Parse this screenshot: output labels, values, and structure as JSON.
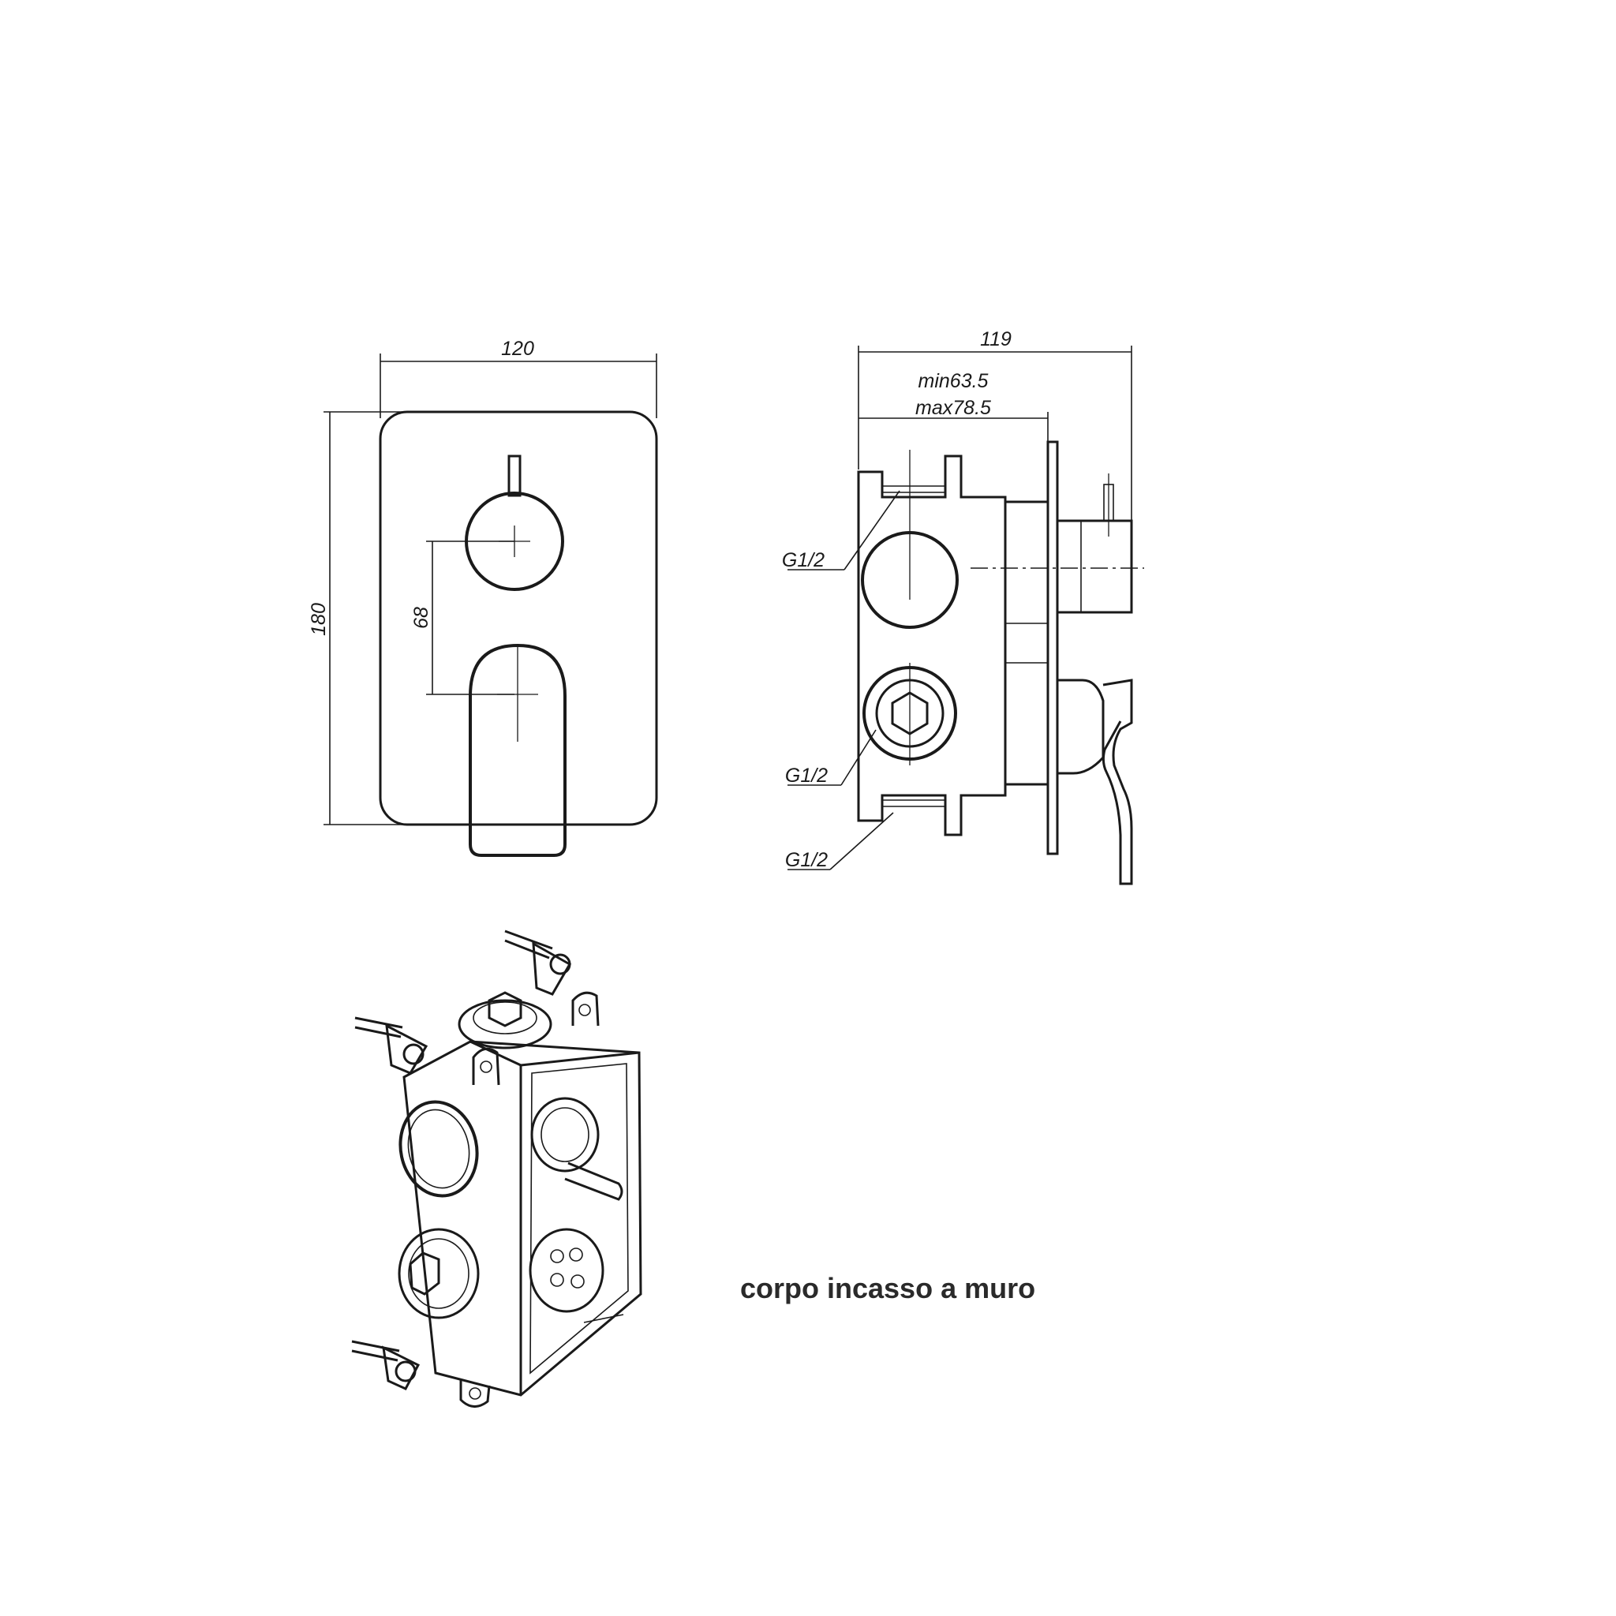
{
  "front_view": {
    "width_label": "120",
    "height_label": "180",
    "spacing_label": "68"
  },
  "side_view": {
    "total_depth_label": "119",
    "min_label": "min63.5",
    "max_label": "max78.5",
    "thread_top_label": "G1/2",
    "thread_mid_label": "G1/2",
    "thread_bottom_label": "G1/2"
  },
  "iso_view": {
    "caption": "corpo incasso a muro"
  }
}
